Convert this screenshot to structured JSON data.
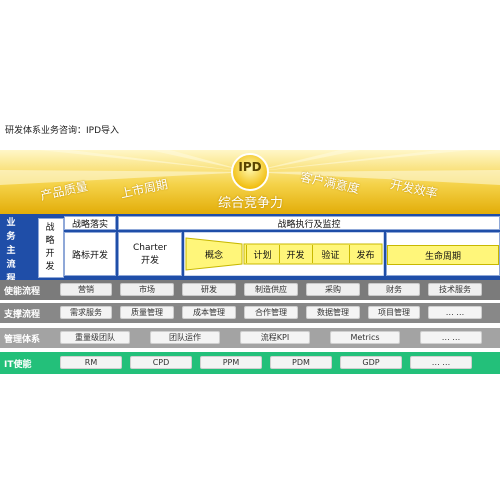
{
  "page_title": "研发体系业务咨询：IPD导入",
  "banner": {
    "center": "IPD",
    "core": "综合竞争力",
    "labels": [
      "产品质量",
      "上市周期",
      "客户满意度",
      "开发效率"
    ]
  },
  "business_main": {
    "title_chars": [
      "业",
      "务",
      "主",
      "流",
      "程"
    ],
    "strategy_dev": [
      "战",
      "略",
      "开",
      "发"
    ],
    "strategy_impl": "战略落实",
    "execution": "战略执行及监控",
    "roadmap": "路标开发",
    "charter": [
      "Charter",
      "开发"
    ],
    "stages": [
      "概念",
      "计划",
      "开发",
      "验证",
      "发布"
    ],
    "lifecycle": "生命周期"
  },
  "rows": [
    {
      "label": "使能流程",
      "items": [
        "营销",
        "市场",
        "研发",
        "制造供应",
        "采购",
        "财务",
        "技术服务"
      ]
    },
    {
      "label": "支撑流程",
      "items": [
        "需求服务",
        "质量管理",
        "成本管理",
        "合作管理",
        "数据管理",
        "项目管理",
        "… …"
      ]
    },
    {
      "label": "管理体系",
      "items": [
        "重量级团队",
        "团队运作",
        "流程KPI",
        "Metrics",
        "… …"
      ]
    },
    {
      "label": "IT使能",
      "items": [
        "RM",
        "CPD",
        "PPM",
        "PDM",
        "GDP",
        "… …"
      ]
    }
  ],
  "colors": {
    "banner_gold": "#f2c200",
    "main_blue": "#1f4ea8",
    "row_gray": "#7a7a7a",
    "it_green": "#23c07a"
  }
}
